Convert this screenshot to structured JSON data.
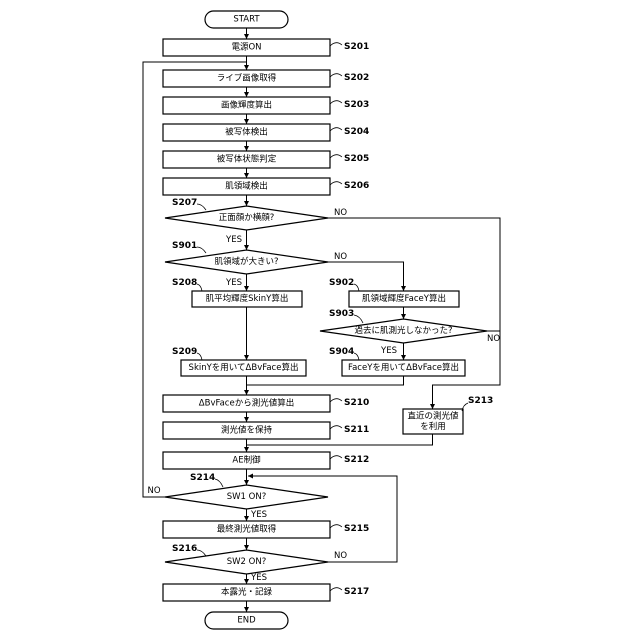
{
  "terminals": {
    "start": "START",
    "end": "END"
  },
  "steps": {
    "s201": {
      "id": "S201",
      "label": "電源ON"
    },
    "s202": {
      "id": "S202",
      "label": "ライブ画像取得"
    },
    "s203": {
      "id": "S203",
      "label": "画像輝度算出"
    },
    "s204": {
      "id": "S204",
      "label": "被写体検出"
    },
    "s205": {
      "id": "S205",
      "label": "被写体状態判定"
    },
    "s206": {
      "id": "S206",
      "label": "肌領域検出"
    },
    "s208": {
      "id": "S208",
      "label": "肌平均輝度SkinY算出"
    },
    "s902": {
      "id": "S902",
      "label": "肌領域輝度FaceY算出"
    },
    "s209": {
      "id": "S209",
      "label": "SkinYを用いてΔBvFace算出"
    },
    "s904": {
      "id": "S904",
      "label": "FaceYを用いてΔBvFace算出"
    },
    "s210": {
      "id": "S210",
      "label": "ΔBvFaceから測光値算出"
    },
    "s211": {
      "id": "S211",
      "label": "測光値を保持"
    },
    "s213": {
      "id": "S213",
      "label_lines": [
        "直近の測光値",
        "を利用"
      ]
    },
    "s212": {
      "id": "S212",
      "label": "AE制御"
    },
    "s215": {
      "id": "S215",
      "label": "最終測光値取得"
    },
    "s217": {
      "id": "S217",
      "label": "本露光・記録"
    }
  },
  "decisions": {
    "s207": {
      "id": "S207",
      "label": "正面顔か横顔?",
      "yes": "YES",
      "no": "NO"
    },
    "s901": {
      "id": "S901",
      "label": "肌領域が大きい?",
      "yes": "YES",
      "no": "NO"
    },
    "s903": {
      "id": "S903",
      "label": "過去に肌測光しなかった?",
      "yes": "YES",
      "no": "NO"
    },
    "s214": {
      "id": "S214",
      "label": "SW1 ON?",
      "yes": "YES",
      "no": "NO"
    },
    "s216": {
      "id": "S216",
      "label": "SW2 ON?",
      "yes": "YES",
      "no": "NO"
    }
  }
}
